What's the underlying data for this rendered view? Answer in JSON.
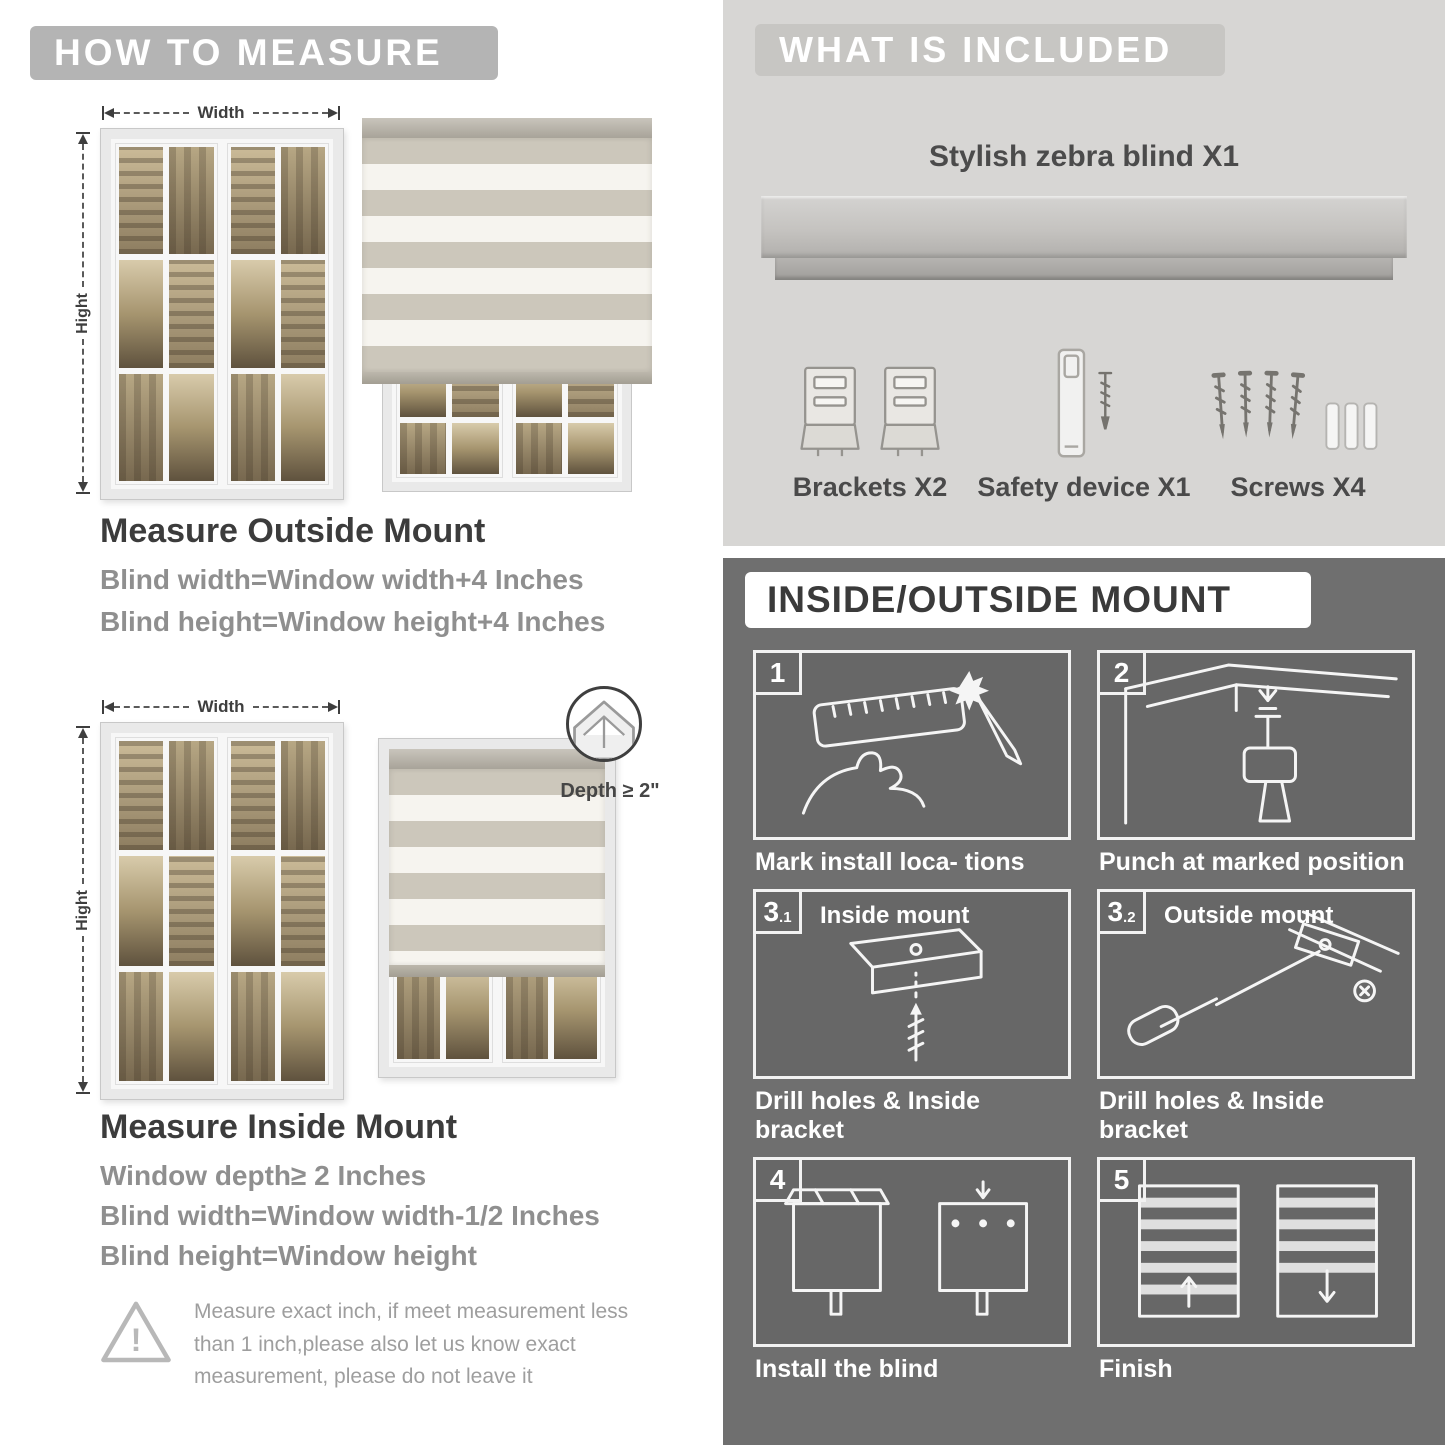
{
  "colors": {
    "header_gray": "#b4b4b4",
    "included_bg": "#d7d6d4",
    "included_banner": "#c7c6c3",
    "mount_bg": "#6f6f6f",
    "heading_text": "#3c3c3c",
    "subtext_gray": "#8f8f8f"
  },
  "measure": {
    "header": "HOW TO MEASURE",
    "outside": {
      "width_label": "Width",
      "height_label": "Hight",
      "title": "Measure Outside Mount",
      "lines": [
        "Blind width=Window width+4 Inches",
        "Blind height=Window height+4 Inches"
      ]
    },
    "inside": {
      "width_label": "Width",
      "height_label": "Hight",
      "depth_label": "Depth ≥ 2\"",
      "title": "Measure Inside Mount",
      "lines": [
        "Window depth≥ 2 Inches",
        "Blind width=Window width-1/2 Inches",
        "Blind height=Window height"
      ]
    },
    "warning_icon": "exclamation-triangle-icon",
    "warning_text": "Measure exact inch, if meet measurement less than 1 inch,please also let us know exact measurement, please do not leave it"
  },
  "included": {
    "header": "WHAT IS INCLUDED",
    "product_label": "Stylish zebra blind X1",
    "items": [
      {
        "label": "Brackets X2",
        "icon": "brackets-icon"
      },
      {
        "label": "Safety device X1",
        "icon": "safety-device-icon"
      },
      {
        "label": "Screws X4",
        "icon": "screws-icon"
      }
    ]
  },
  "mount": {
    "header": "INSIDE/OUTSIDE MOUNT",
    "steps": [
      {
        "num": "1",
        "caption": "Mark install loca- tions",
        "icon": "measure-mark-icon"
      },
      {
        "num": "2",
        "caption": "Punch at  marked position",
        "icon": "drill-icon"
      },
      {
        "num": "3",
        "sub": ".1",
        "title": "Inside mount",
        "caption": "Drill holes &  Inside bracket",
        "icon": "inside-bracket-icon"
      },
      {
        "num": "3",
        "sub": ".2",
        "title": "Outside mount",
        "caption": "Drill holes &  Inside bracket",
        "icon": "outside-bracket-icon"
      },
      {
        "num": "4",
        "caption": "Install the blind",
        "icon": "install-blind-icon"
      },
      {
        "num": "5",
        "caption": "Finish",
        "icon": "finish-icon"
      }
    ]
  }
}
